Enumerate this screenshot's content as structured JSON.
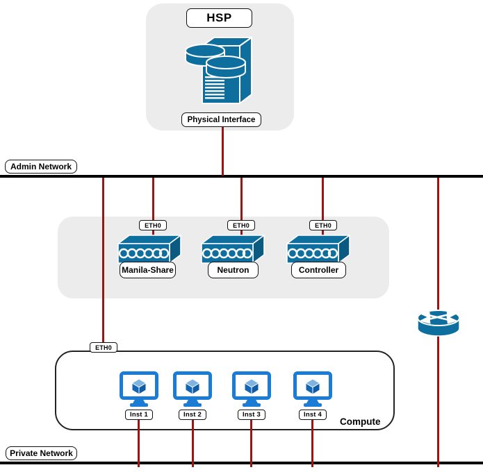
{
  "colors": {
    "device_blue": "#0e6f9e",
    "monitor_blue": "#1a7cd4",
    "link_red": "#9b1515",
    "panel_gray": "#ececec",
    "network_bar_black": "#000000"
  },
  "hsp_panel": {
    "title": "HSP",
    "interface_label": "Physical Interface",
    "icon": "storage-server-icon"
  },
  "admin_network": {
    "label": "Admin Network"
  },
  "private_network": {
    "label": "Private Network"
  },
  "services_panel": {
    "nodes": [
      {
        "name": "Manila-Share",
        "port": "ETH0",
        "icon": "switch-icon"
      },
      {
        "name": "Neutron",
        "port": "ETH0",
        "icon": "switch-icon"
      },
      {
        "name": "Controller",
        "port": "ETH0",
        "icon": "switch-icon"
      }
    ]
  },
  "router": {
    "icon": "router-icon"
  },
  "compute": {
    "label": "Compute",
    "port": "ETH0",
    "instances": [
      {
        "label": "Inst 1",
        "icon": "instance-monitor-icon"
      },
      {
        "label": "Inst 2",
        "icon": "instance-monitor-icon"
      },
      {
        "label": "Inst 3",
        "icon": "instance-monitor-icon"
      },
      {
        "label": "Inst 4",
        "icon": "instance-monitor-icon"
      }
    ]
  }
}
